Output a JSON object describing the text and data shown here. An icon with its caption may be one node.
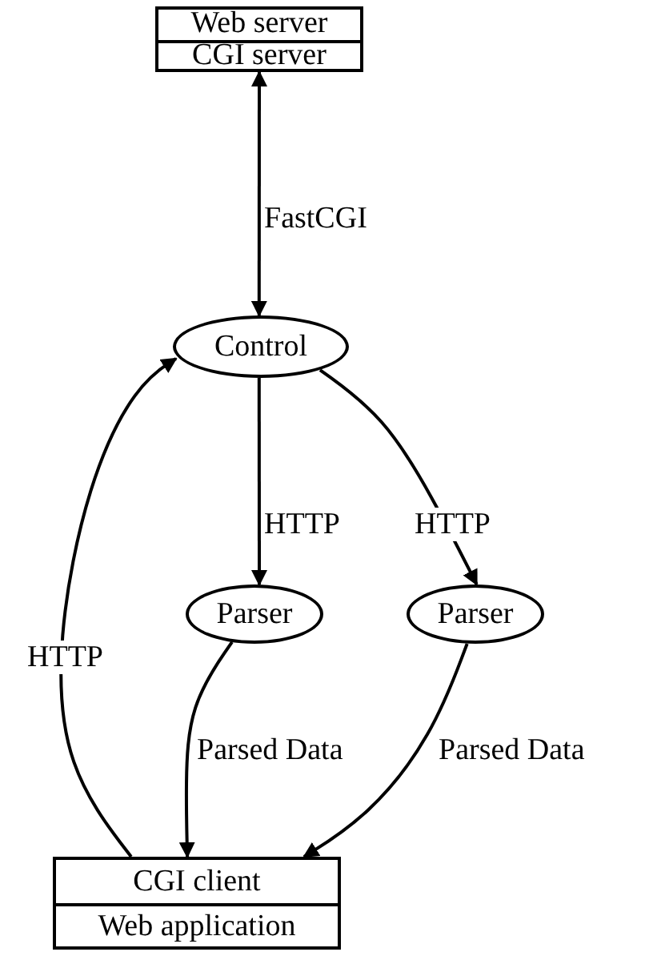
{
  "diagram": {
    "nodes": [
      {
        "text": [
          "Web server",
          "CGI server"
        ]
      },
      {
        "text": [
          "Control"
        ]
      },
      {
        "text": [
          "Parser"
        ]
      },
      {
        "text": [
          "Parser"
        ]
      },
      {
        "text": [
          "CGI client",
          "Web application"
        ]
      }
    ],
    "edges": [
      {
        "from": 0,
        "to": 1,
        "arrow": "both",
        "label": "FastCGI"
      },
      {
        "from": 1,
        "to": 2,
        "arrow": "to",
        "label": "HTTP"
      },
      {
        "from": 1,
        "to": 3,
        "arrow": "to",
        "label": "HTTP"
      },
      {
        "from": 2,
        "to": 4,
        "arrow": "to",
        "label": "Parsed Data"
      },
      {
        "from": 3,
        "to": 4,
        "arrow": "to",
        "label": "Parsed Data"
      },
      {
        "from": 4,
        "to": 1,
        "arrow": "to",
        "label": "HTTP"
      }
    ]
  }
}
